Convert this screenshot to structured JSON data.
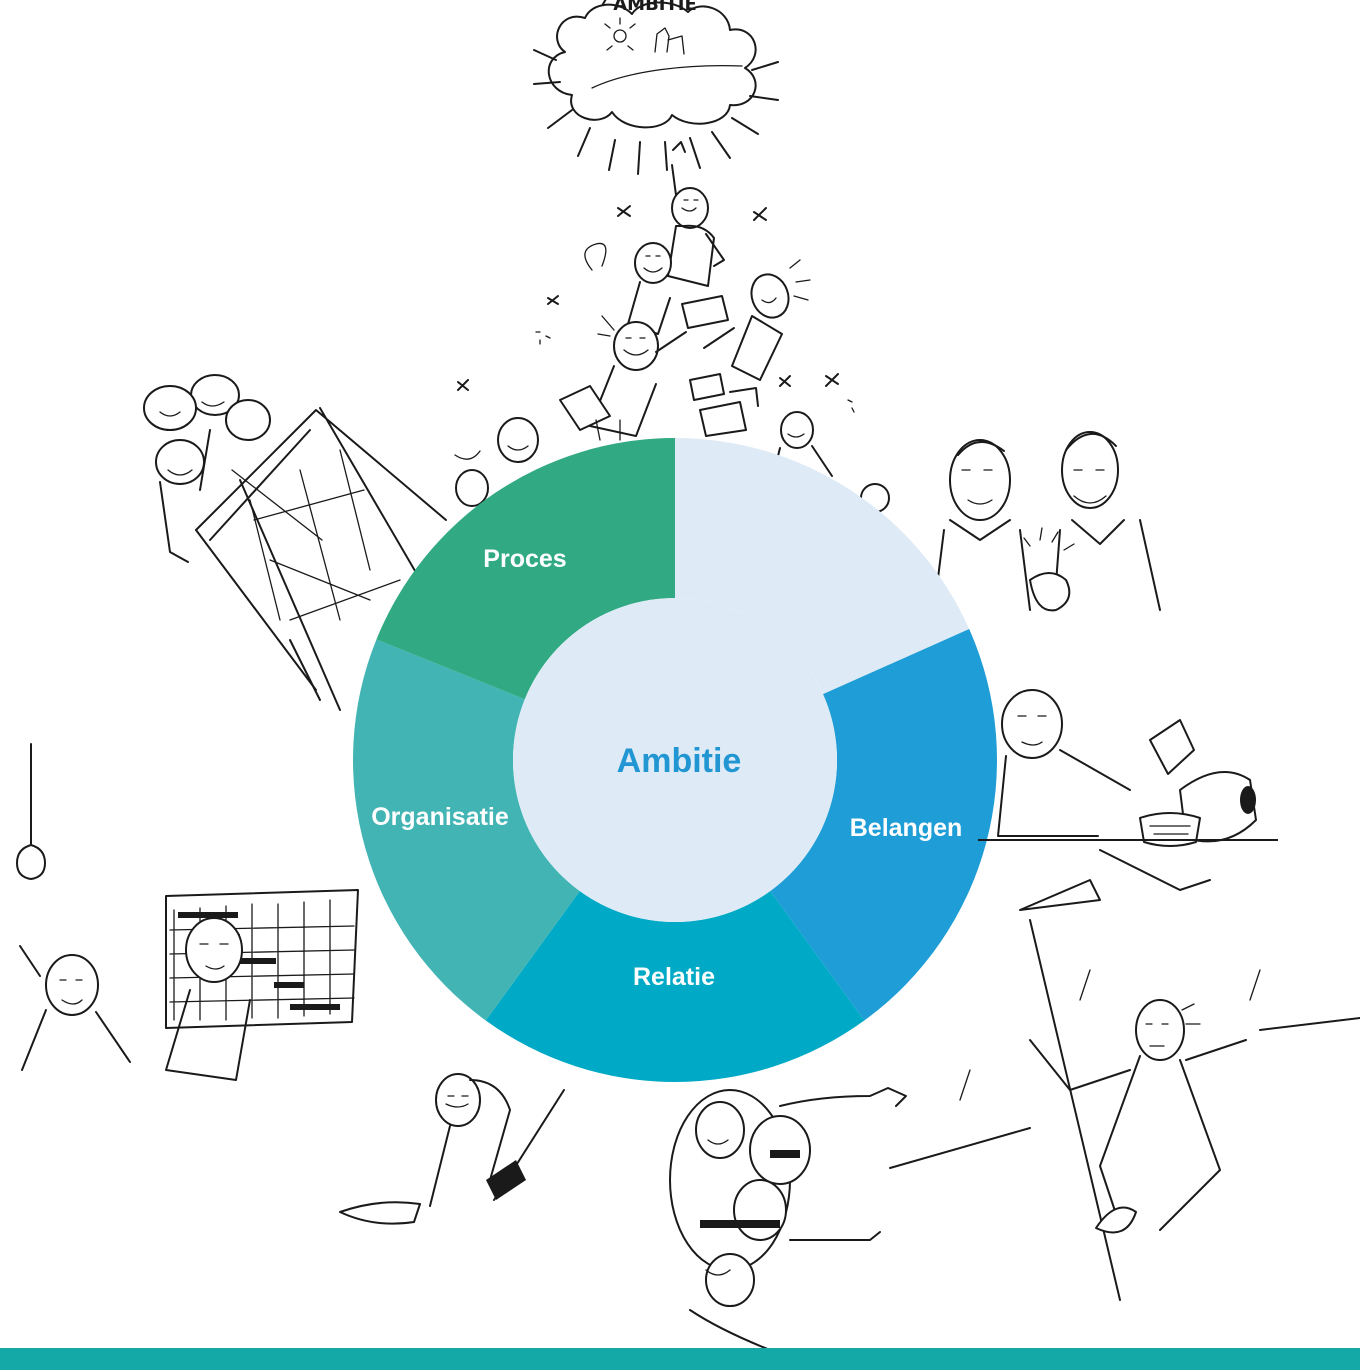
{
  "diagram": {
    "center": {
      "label": "Ambitie",
      "color": "#2196d3",
      "fill": "#deebf6"
    },
    "segments": [
      {
        "id": "top-right",
        "label": "",
        "color": "#deebf6"
      },
      {
        "id": "belangen",
        "label": "Belangen",
        "color": "#1e9dd6"
      },
      {
        "id": "relatie",
        "label": "Relatie",
        "color": "#00aac6"
      },
      {
        "id": "organisatie",
        "label": "Organisatie",
        "color": "#42b4b4"
      },
      {
        "id": "proces",
        "label": "Proces",
        "color": "#31aa83"
      }
    ],
    "cloud_lettering": "AMBITIE",
    "footer_color": "#14a9a6"
  }
}
